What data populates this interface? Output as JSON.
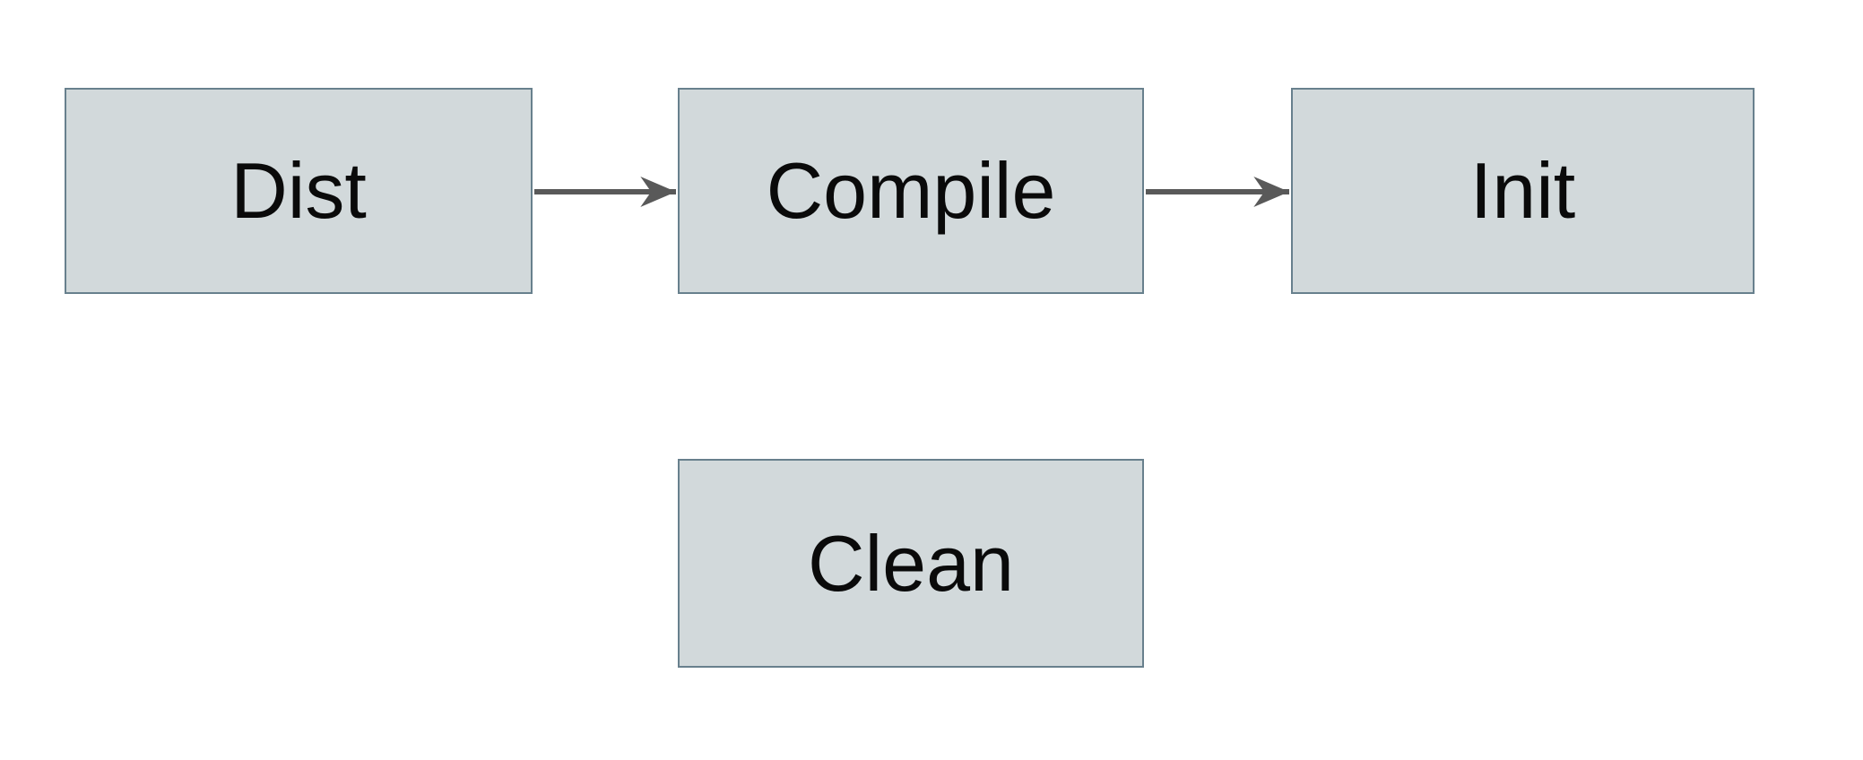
{
  "diagram": {
    "type": "flowchart",
    "background_color": "#ffffff",
    "node_fill_color": "#d2d9db",
    "node_border_color": "#68808d",
    "arrow_color": "#595959",
    "text_color": "#0a0a0a",
    "nodes": {
      "dist": {
        "label": "Dist"
      },
      "compile": {
        "label": "Compile"
      },
      "init": {
        "label": "Init"
      },
      "clean": {
        "label": "Clean"
      }
    },
    "edges": [
      {
        "from": "Dist",
        "to": "Compile",
        "style": "solid-arrow"
      },
      {
        "from": "Compile",
        "to": "Init",
        "style": "solid-arrow"
      }
    ]
  }
}
